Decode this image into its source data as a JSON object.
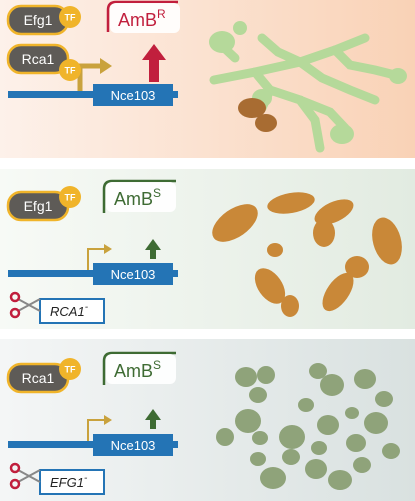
{
  "colors": {
    "tf_box_fill": "#5e5b57",
    "tf_box_border": "#f0b42a",
    "tf_badge": "#f0b42a",
    "dna": "#2474b5",
    "promoter_arrow": "#c9a23d",
    "resistant": "#c11f3d",
    "sensitive": "#3e6b33",
    "hyphae": "#b5d99a",
    "yeast_orange": "#c98838",
    "yeast_brown": "#a86c32",
    "yeast_green": "#8fa37a"
  },
  "panels": [
    {
      "tfs": [
        "Efg1",
        "Rca1"
      ],
      "tf_badge": "TF",
      "gene": "Nce103",
      "phenotype": {
        "base": "AmB",
        "sup": "R"
      },
      "promoter_arrow_state": "strong",
      "knockout": null,
      "cell_morphology": "hyphae"
    },
    {
      "tfs": [
        "Efg1"
      ],
      "tf_badge": "TF",
      "gene": "Nce103",
      "phenotype": {
        "base": "AmB",
        "sup": "S"
      },
      "promoter_arrow_state": "weak",
      "knockout": {
        "gene": "RCA1",
        "sup": "-",
        "icon": "scissors-icon"
      },
      "cell_morphology": "yeast"
    },
    {
      "tfs": [
        "Rca1"
      ],
      "tf_badge": "TF",
      "gene": "Nce103",
      "phenotype": {
        "base": "AmB",
        "sup": "S"
      },
      "promoter_arrow_state": "weak",
      "knockout": {
        "gene": "EFG1",
        "sup": "-",
        "icon": "scissors-icon"
      },
      "cell_morphology": "round-yeast"
    }
  ]
}
